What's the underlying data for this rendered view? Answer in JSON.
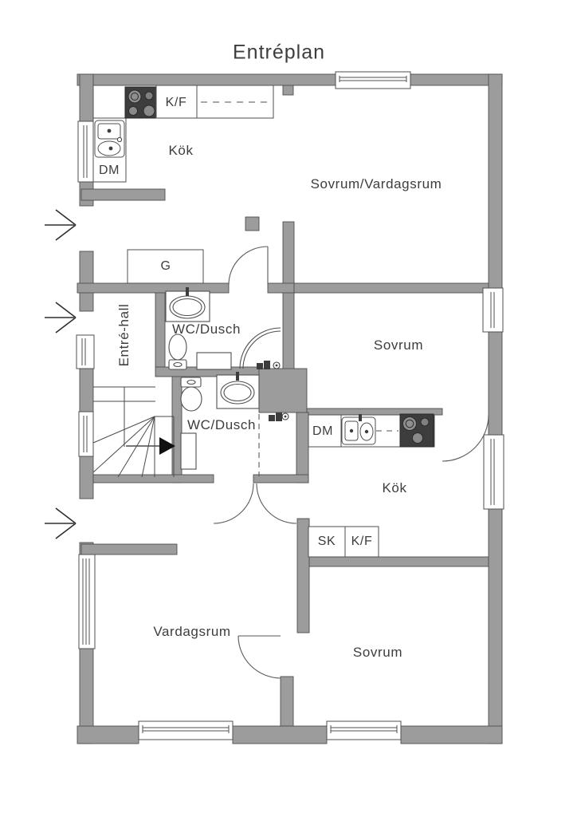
{
  "plan": {
    "title": "Entréplan",
    "colors": {
      "wall": "#9c9c9c",
      "outline": "#4f4f4f",
      "stove": "#3d3d3d",
      "text": "#3d3d3d"
    }
  },
  "rooms": [
    {
      "id": "kok-1",
      "label": "Kök"
    },
    {
      "id": "sovrum-vardagsrum",
      "label": "Sovrum/Vardagsrum"
    },
    {
      "id": "entre-hall",
      "label": "Entré-hall"
    },
    {
      "id": "wc-dusch-1",
      "label": "WC/Dusch"
    },
    {
      "id": "sovrum-mitt",
      "label": "Sovrum"
    },
    {
      "id": "wc-dusch-2",
      "label": "WC/Dusch"
    },
    {
      "id": "kok-2",
      "label": "Kök"
    },
    {
      "id": "vardagsrum",
      "label": "Vardagsrum"
    },
    {
      "id": "sovrum-nere",
      "label": "Sovrum"
    }
  ],
  "fixtures": {
    "g": "G",
    "dm_1": "DM",
    "kf_1": "K/F",
    "dm_2": "DM",
    "sk": "SK",
    "kf_2": "K/F"
  }
}
